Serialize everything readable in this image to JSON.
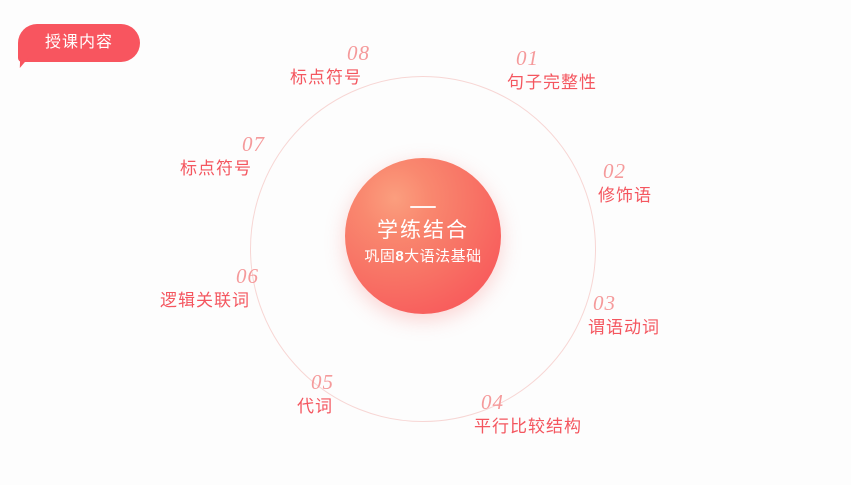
{
  "badge": {
    "label": "授课内容"
  },
  "center": {
    "title": "学练结合",
    "subtitle_prefix": "巩固",
    "subtitle_number": "8",
    "subtitle_suffix": "大语法基础",
    "subtitle_full": "巩固8大语法基础"
  },
  "colors": {
    "background": "#fdfdfd",
    "badge": "#f8555f",
    "ring": "#f7d6d4",
    "disc_light": "#fb9e7e",
    "disc_dark": "#f75458",
    "number": "#f59a9b",
    "label": "#f4565f"
  },
  "items": [
    {
      "num": "01",
      "label": "句子完整性"
    },
    {
      "num": "02",
      "label": "修饰语"
    },
    {
      "num": "03",
      "label": "谓语动词"
    },
    {
      "num": "04",
      "label": "平行比较结构"
    },
    {
      "num": "05",
      "label": "代词"
    },
    {
      "num": "06",
      "label": "逻辑关联词"
    },
    {
      "num": "07",
      "label": "标点符号"
    },
    {
      "num": "08",
      "label": "标点符号"
    }
  ]
}
